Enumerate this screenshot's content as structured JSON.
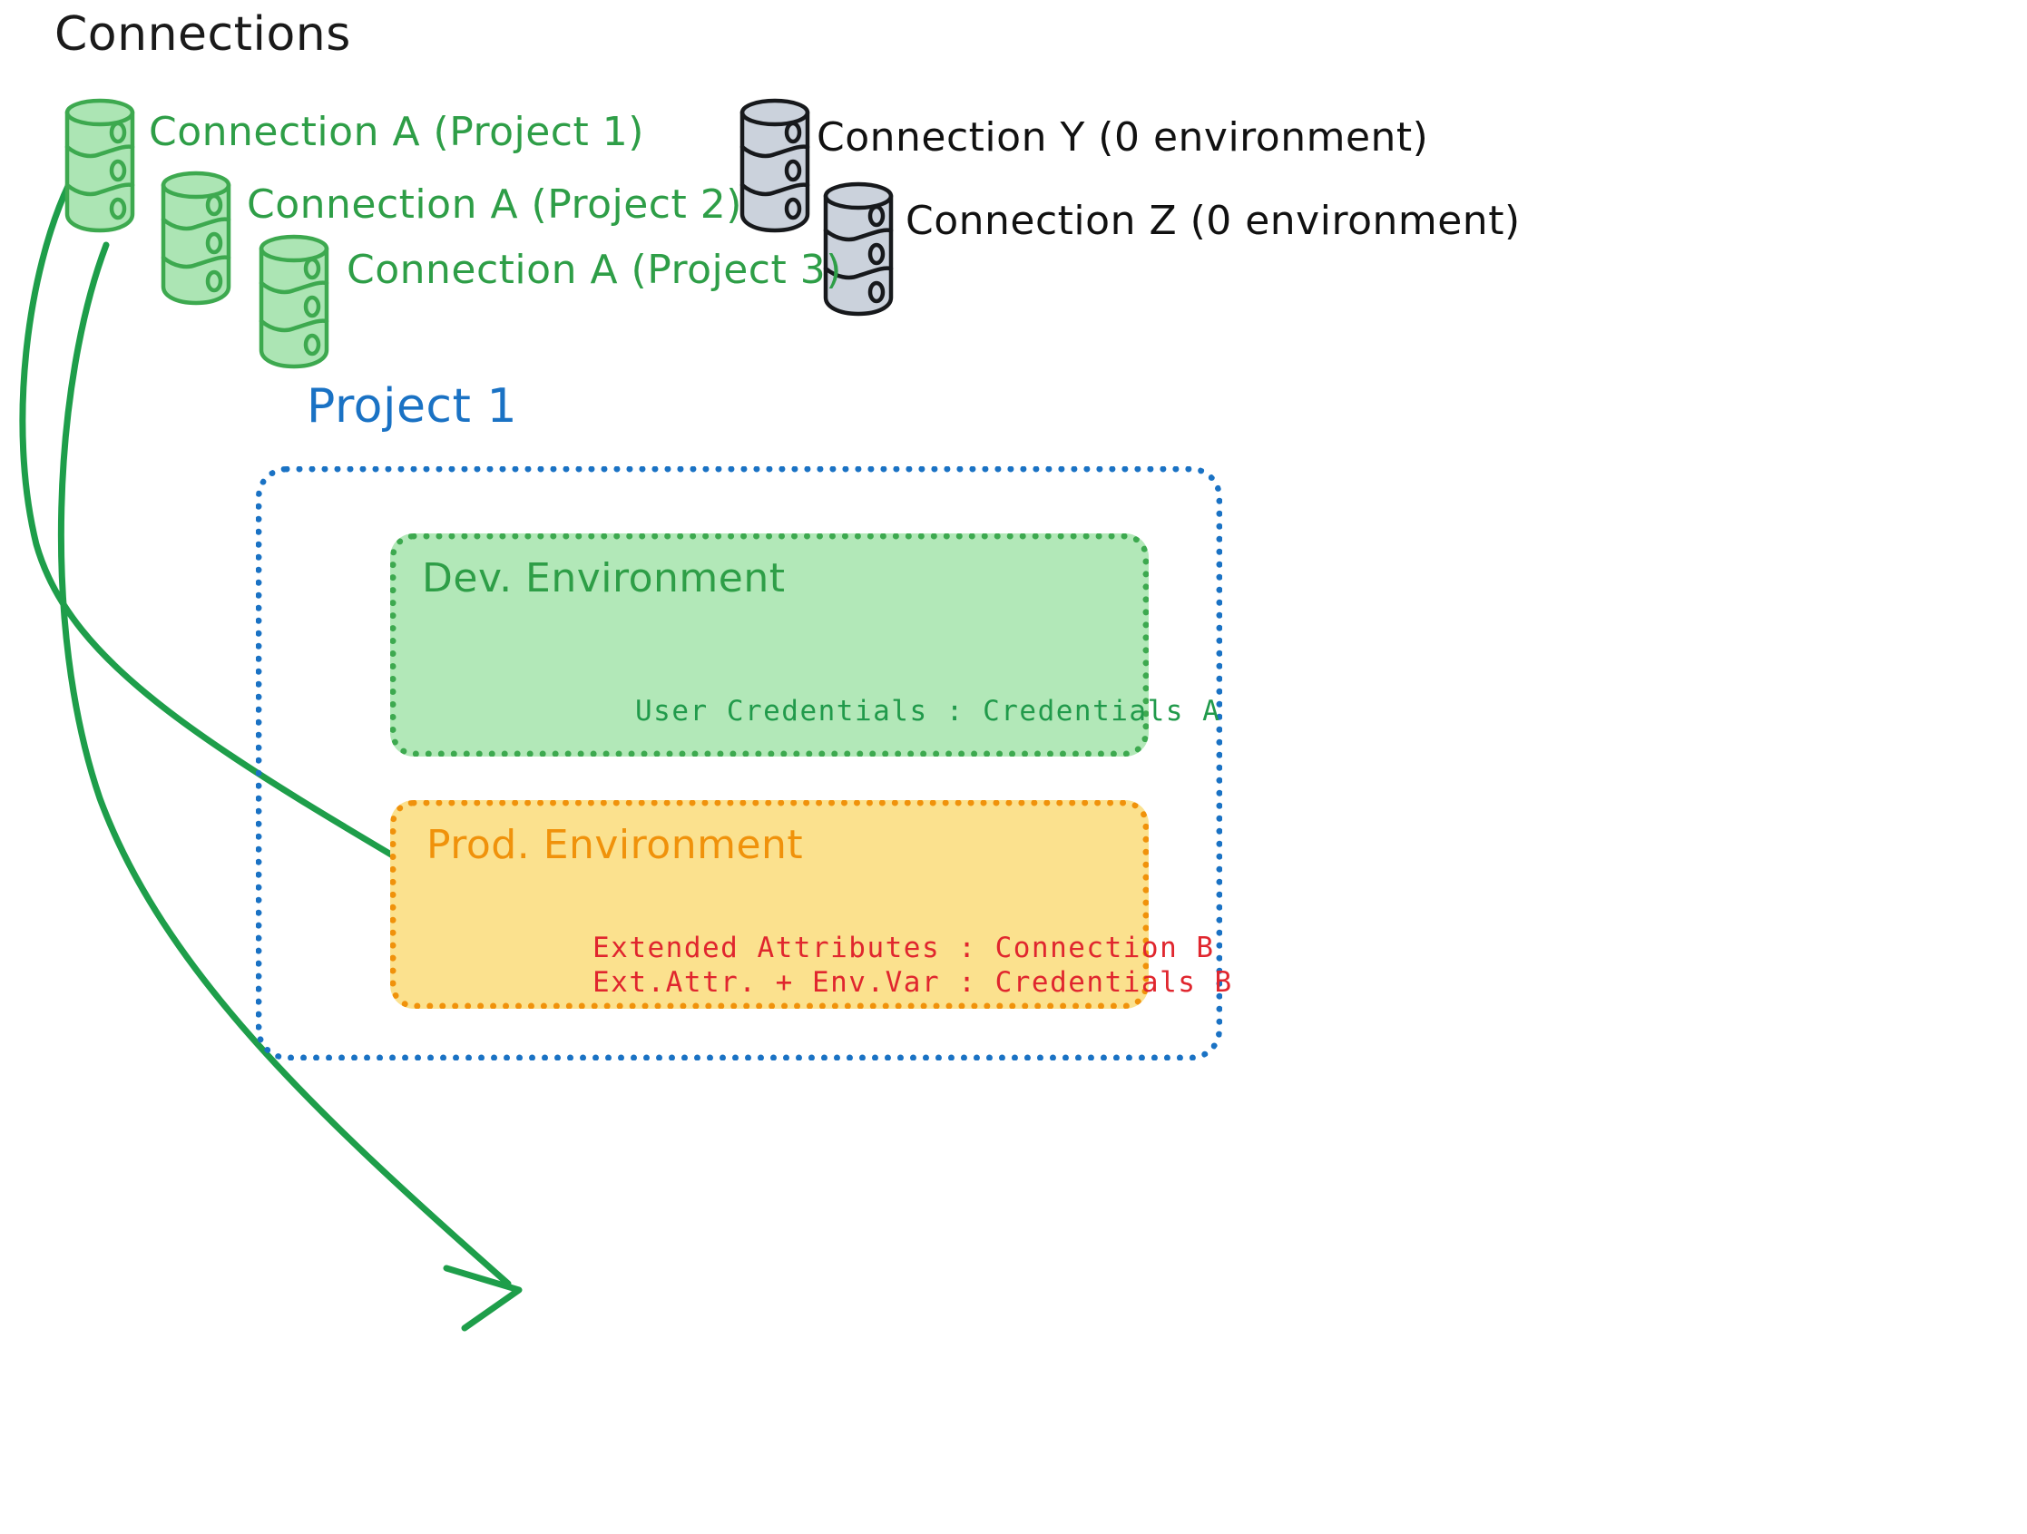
{
  "diagram": {
    "title": "Connections",
    "connections_green": [
      {
        "id": "conn-a-p1",
        "label": "Connection A (Project 1)",
        "color": "#2E9E47",
        "db_color": "green"
      },
      {
        "id": "conn-a-p2",
        "label": "Connection A (Project 2)",
        "color": "#2E9E47",
        "db_color": "green"
      },
      {
        "id": "conn-a-p3",
        "label": "Connection A (Project 3)",
        "color": "#2E9E47",
        "db_color": "green"
      }
    ],
    "connections_gray": [
      {
        "id": "conn-y",
        "label": "Connection Y (0 environment)",
        "color": "#111111",
        "db_color": "gray"
      },
      {
        "id": "conn-z",
        "label": "Connection Z (0 environment)",
        "color": "#111111",
        "db_color": "gray"
      }
    ],
    "project": {
      "title": "Project 1",
      "title_color": "#1a72c4",
      "border_color": "#1a72c4",
      "environments": [
        {
          "id": "dev",
          "title": "Dev. Environment",
          "title_color": "#2E9E47",
          "fill": "#B2E8B8",
          "border": "#3DA94F",
          "rows": [
            {
              "key": "User Credentials",
              "value": "Credentials A",
              "text": "User Credentials : Credentials A",
              "color": "#219A4B"
            }
          ]
        },
        {
          "id": "prod",
          "title": "Prod. Environment",
          "title_color": "#F0920B",
          "fill": "#FBE18E",
          "border": "#F0920B",
          "rows": [
            {
              "key": "Extended Attributes",
              "value": "Connection B",
              "text": "Extended Attributes : Connection B",
              "color": "#E0262E"
            },
            {
              "key": "Ext.Attr. + Env.Var",
              "value": "Credentials B",
              "text": "Ext.Attr. + Env.Var : Credentials B",
              "color": "#E0262E"
            }
          ]
        }
      ]
    },
    "arrows": [
      {
        "id": "arrow-to-dev",
        "from": "conn-a-p1",
        "to": "dev",
        "color": "#1E9E4A"
      },
      {
        "id": "arrow-to-prod",
        "from": "conn-a-p1",
        "to": "prod",
        "color": "#1E9E4A"
      }
    ]
  }
}
